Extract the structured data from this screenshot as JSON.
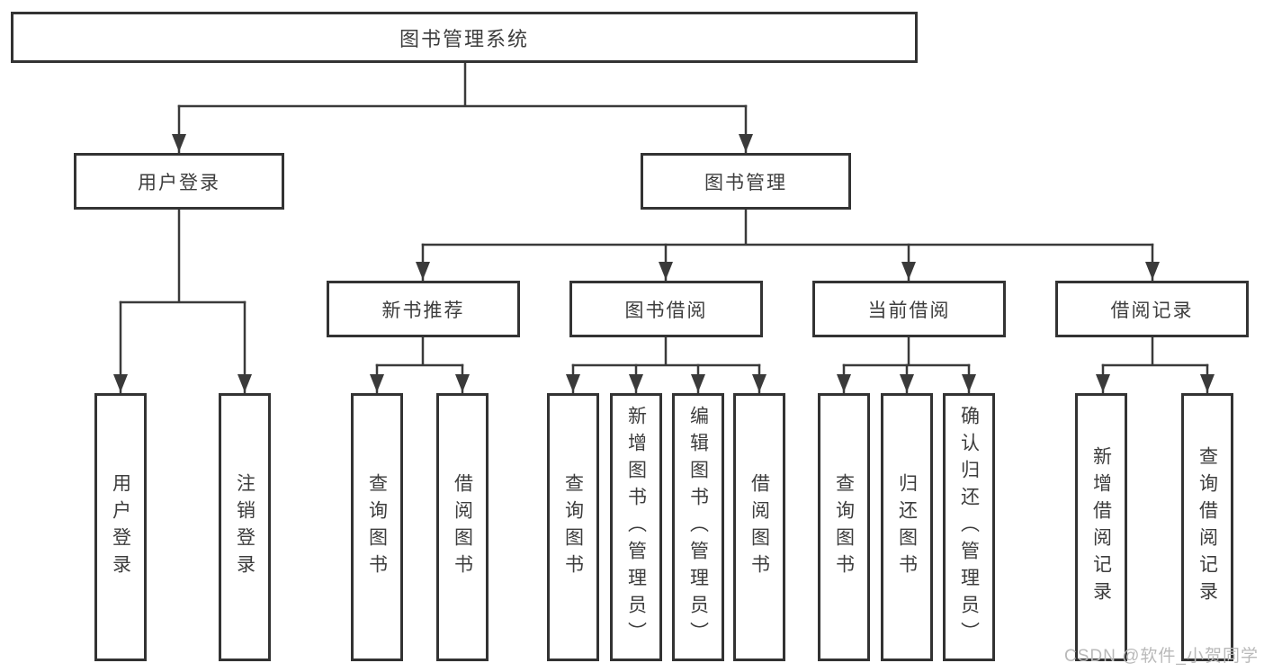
{
  "tree": {
    "root": {
      "label": "图书管理系统"
    },
    "branches": [
      {
        "label": "用户登录",
        "children": [
          {
            "label": "用户登录"
          },
          {
            "label": "注销登录"
          }
        ]
      },
      {
        "label": "图书管理",
        "children": [
          {
            "label": "新书推荐",
            "children": [
              {
                "label": "查询图书"
              },
              {
                "label": "借阅图书"
              }
            ]
          },
          {
            "label": "图书借阅",
            "children": [
              {
                "label": "查询图书"
              },
              {
                "label": "新增图书（管理员）"
              },
              {
                "label": "编辑图书（管理员）"
              },
              {
                "label": "借阅图书"
              }
            ]
          },
          {
            "label": "当前借阅",
            "children": [
              {
                "label": "查询图书"
              },
              {
                "label": "归还图书"
              },
              {
                "label": "确认归还（管理员）"
              }
            ]
          },
          {
            "label": "借阅记录",
            "children": [
              {
                "label": "新增借阅记录"
              },
              {
                "label": "查询借阅记录"
              }
            ]
          }
        ]
      }
    ]
  },
  "watermark": {
    "text": "CSDN @软件_小贺同学"
  },
  "colors": {
    "line": "#3a3a3a",
    "box_border": "#333333",
    "text": "#3d3d3d",
    "watermark": "#b9b9b9",
    "background": "#ffffff"
  }
}
